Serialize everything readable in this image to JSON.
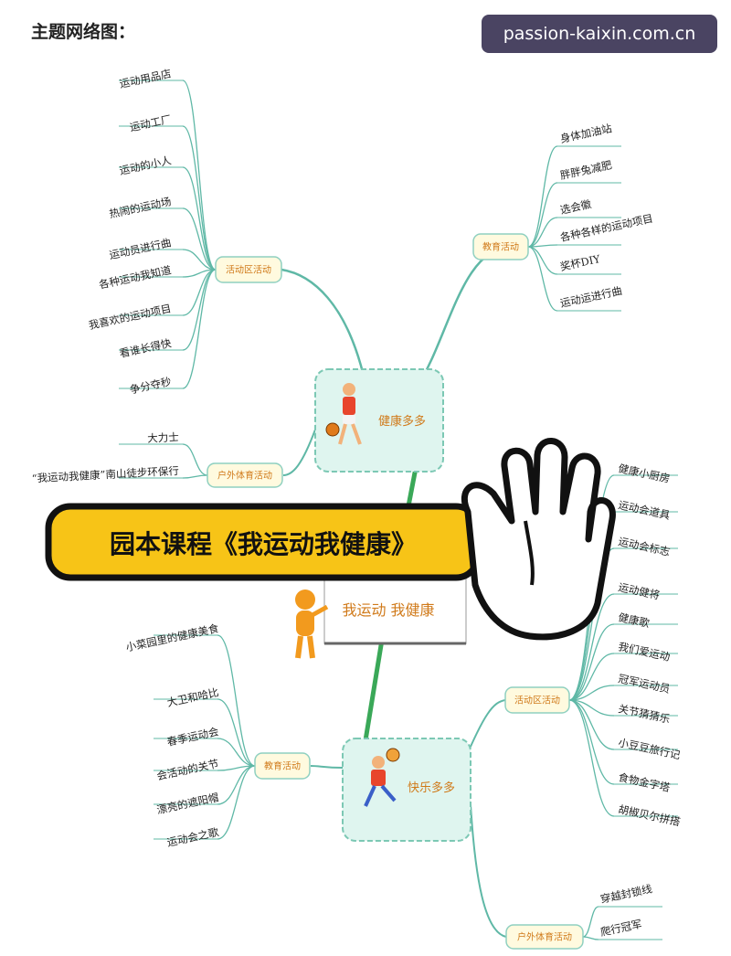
{
  "header": {
    "title": "主题网络图：",
    "watermark": "passion-kaixin.com.cn"
  },
  "banner": {
    "text": "园本课程《我运动我健康》"
  },
  "center": {
    "label": "我运动 我健康"
  },
  "hubs": {
    "health": {
      "label": "健康多多"
    },
    "happy": {
      "label": "快乐多多"
    }
  },
  "branches": {
    "area_top": {
      "label": "活动区活动",
      "items": [
        "运动用品店",
        "运动工厂",
        "运动的小人",
        "热闹的运动场",
        "运动员进行曲",
        "各种运动我知道",
        "我喜欢的运动项目",
        "看谁长得快",
        "争分夺秒"
      ]
    },
    "edu_top": {
      "label": "教育活动",
      "items": [
        "身体加油站",
        "胖胖兔减肥",
        "选会徽",
        "各种各样的运动项目",
        "奖杯DIY",
        "运动运进行曲"
      ]
    },
    "outdoor_top": {
      "label": "户外体育活动",
      "items": [
        "大力士",
        "“我运动我健康”南山徒步环保行"
      ]
    },
    "edu_bottom": {
      "label": "教育活动",
      "items": [
        "小菜园里的健康美食",
        "大卫和哈比",
        "春季运动会",
        "会活动的关节",
        "漂亮的遮阳帽",
        "运动会之歌"
      ]
    },
    "area_bottom": {
      "label": "活动区活动",
      "items": [
        "健康小厨房",
        "运动会道具",
        "运动会标志",
        "运动健将",
        "健康歌",
        "我们爱运动",
        "冠军运动员",
        "关节猜猜乐",
        "小豆豆旅行记",
        "食物金字塔",
        "胡椒贝尔拼搭"
      ]
    },
    "outdoor_bottom": {
      "label": "户外体育活动",
      "items": [
        "穿越封锁线",
        "爬行冠军"
      ]
    }
  },
  "colors": {
    "line": "#5fb8a6",
    "trunk": "#3aa858",
    "box_fill": "#fffadf",
    "box_stroke": "#8fd0c0",
    "hub_fill": "#dff5ef",
    "banner_fill": "#f7c417",
    "label_text": "#d07a1a",
    "item_text": "#222222"
  }
}
